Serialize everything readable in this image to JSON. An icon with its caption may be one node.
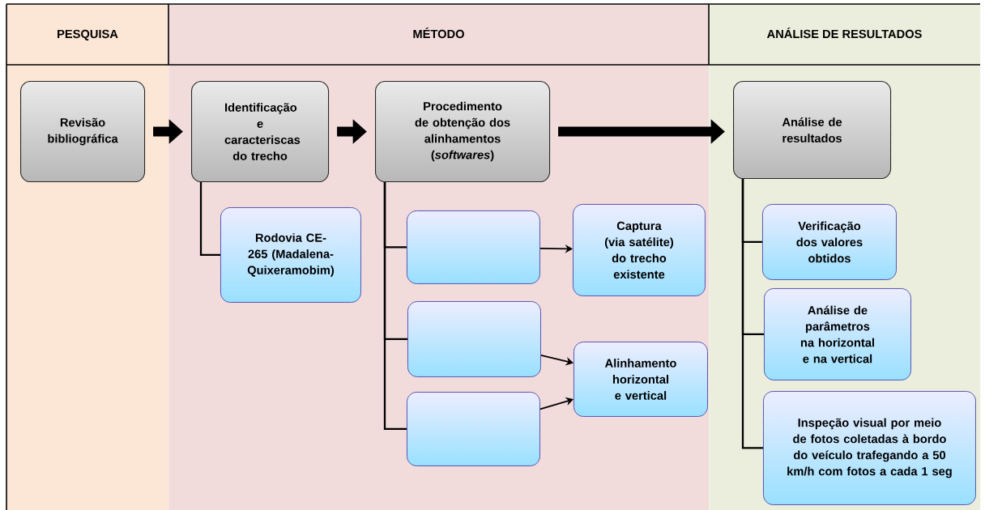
{
  "diagram": {
    "nodes": [
      {
        "text": [
          "PESQUISA"
        ]
      },
      {
        "text": [
          "MÉTODO"
        ]
      },
      {
        "text": [
          "ANÁLISE DE RESULTADOS"
        ]
      },
      {
        "text": [
          "Revisão bibliográfica"
        ],
        "in": 0
      },
      {
        "text": [
          "Identificação e caracteriscas do trecho"
        ],
        "in": 1
      },
      {
        "text": [
          "Procedimento de obtenção dos alinhamentos (*softwares*)"
        ],
        "in": 1
      },
      {
        "text": [
          "Rodovia CE-265 (Madalena-Quixeramobim)"
        ],
        "in": 1
      },
      {
        "text": [],
        "shape": "box",
        "in": 1
      },
      {
        "text": [
          "Captura (via satélite) do trecho existente"
        ],
        "in": 1
      },
      {
        "text": [],
        "shape": "box",
        "in": 1
      },
      {
        "text": [],
        "shape": "box",
        "in": 1
      },
      {
        "text": [
          "Alinhamento horizontal e vertical"
        ],
        "in": 1
      },
      {
        "text": [
          "Análise de resultados"
        ],
        "in": 2
      },
      {
        "text": [
          "Verificação dos valores obtidos"
        ],
        "in": 2
      },
      {
        "text": [
          "Análise de parâmetros na horizontal e na vertical"
        ],
        "in": 2
      },
      {
        "text": [
          "Inspeção visual por meio de fotos coletadas à bordo do veículo trafegando a 50 km/h com fotos a cada 1 seg"
        ],
        "in": 2
      }
    ],
    "edges": [
      {
        "from": 3,
        "to": 4,
        "arrow": "to",
        "style": "thick"
      },
      {
        "from": 4,
        "to": 5,
        "arrow": "to",
        "style": "thick"
      },
      {
        "from": 5,
        "to": 12,
        "arrow": "to",
        "style": "thick"
      },
      {
        "from": 4,
        "to": 6,
        "arrow": "none"
      },
      {
        "from": 5,
        "to": 7,
        "arrow": "none"
      },
      {
        "from": 5,
        "to": 9,
        "arrow": "none"
      },
      {
        "from": 5,
        "to": 10,
        "arrow": "none"
      },
      {
        "from": 7,
        "to": 8,
        "arrow": "to"
      },
      {
        "from": 9,
        "to": 11,
        "arrow": "to"
      },
      {
        "from": 10,
        "to": 11,
        "arrow": "to"
      },
      {
        "from": 12,
        "to": 13,
        "arrow": "none"
      },
      {
        "from": 12,
        "to": 14,
        "arrow": "none"
      },
      {
        "from": 12,
        "to": 15,
        "arrow": "none"
      }
    ]
  }
}
